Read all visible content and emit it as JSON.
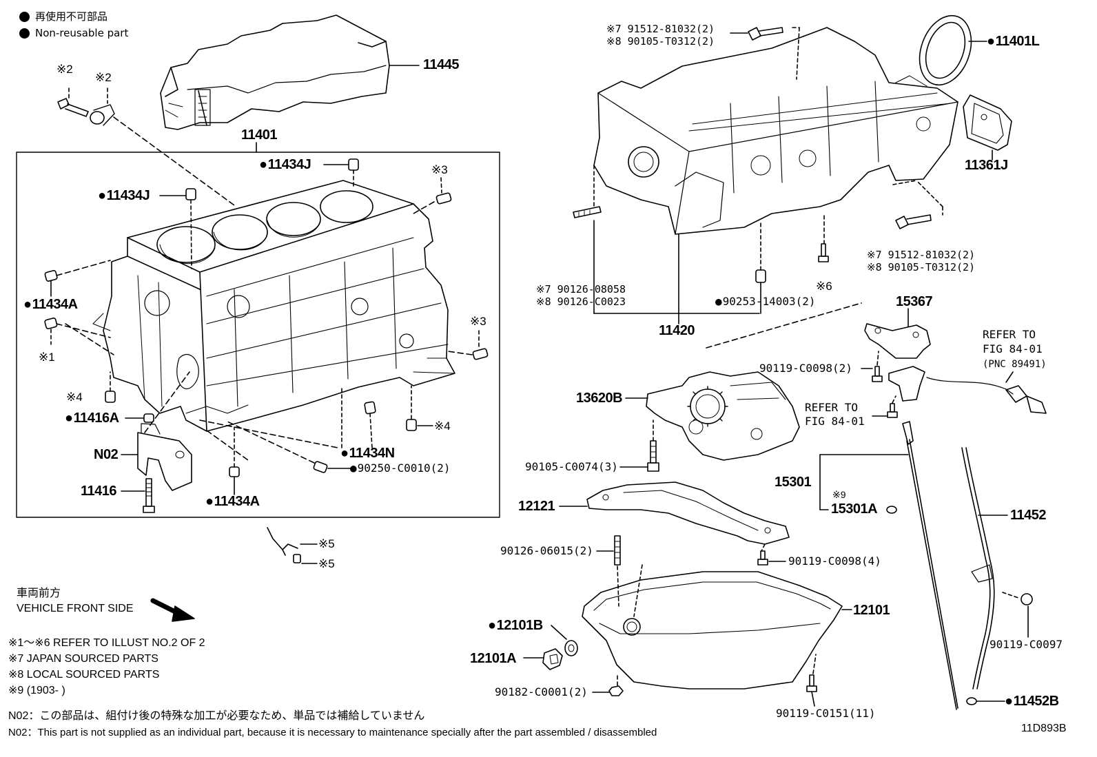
{
  "legend": {
    "items": [
      {
        "icon": "filled-circle-icon",
        "label": "再使用不可部品"
      },
      {
        "icon": "filled-circle-icon",
        "label": "Non-reusable part"
      }
    ]
  },
  "labels": {
    "p11445": "11445",
    "p11401": "11401",
    "p11434j_top": "11434J",
    "p11434j_left": "11434J",
    "p11434a_left": "11434A",
    "p11416a": "11416A",
    "n02": "N02",
    "p11416": "11416",
    "p11434a_bot": "11434A",
    "p11434n": "11434N",
    "p90250": "90250-C0010(2)",
    "ref2a": "※2",
    "ref2b": "※2",
    "ref3a": "※3",
    "ref3b": "※3",
    "ref1": "※1",
    "ref4a": "※4",
    "ref4b": "※4",
    "ref5a": "※5",
    "ref5b": "※5",
    "bolt_top_a": "※7 91512-81032(2)",
    "bolt_top_b": "※8 90105-T0312(2)",
    "p11401l": "11401L",
    "p11361j": "11361J",
    "bolt_right_a": "※7 91512-81032(2)",
    "bolt_right_b": "※8 90105-T0312(2)",
    "ref6": "※6",
    "stud_a": "※7 90126-08058",
    "stud_b": "※8 90126-C0023",
    "p90253": "90253-14003(2)",
    "p11420": "11420",
    "p15367": "15367",
    "refer_a1": "REFER TO",
    "refer_a2": "FIG 84-01",
    "refer_a3": "(PNC 89491)",
    "p90119_c0098_2": "90119-C0098(2)",
    "p13620b": "13620B",
    "refer_b1": "REFER TO",
    "refer_b2": "FIG 84-01",
    "p90105_c0074": "90105-C0074(3)",
    "p15301": "15301",
    "ref9": "※9",
    "p15301a": "15301A",
    "p12121": "12121",
    "p11452": "11452",
    "p90126_06015": "90126-06015(2)",
    "p90119_c0098_4": "90119-C0098(4)",
    "p12101": "12101",
    "p12101b": "12101B",
    "p12101a": "12101A",
    "p90119_c0097": "90119-C0097",
    "p90182": "90182-C0001(2)",
    "p90119_c0151": "90119-C0151(11)",
    "p11452b": "11452B"
  },
  "vehicle_front": {
    "jp": "車両前方",
    "en": "VEHICLE FRONT SIDE",
    "icon": "arrow-down-right-icon"
  },
  "notes": [
    "※1～※6  REFER TO ILLUST NO.2 OF 2",
    "※7  JAPAN SOURCED PARTS",
    "※8  LOCAL SOURCED PARTS",
    "※9  (1903-        )"
  ],
  "footnotes": {
    "jp": "N02：この部品は、組付け後の特殊な加工が必要なため、単品では補給していません",
    "en": "N02：This part is not supplied as an individual part, because it is necessary to maintenance specially after the part assembled / disassembled"
  },
  "figure_id": "11D893B"
}
